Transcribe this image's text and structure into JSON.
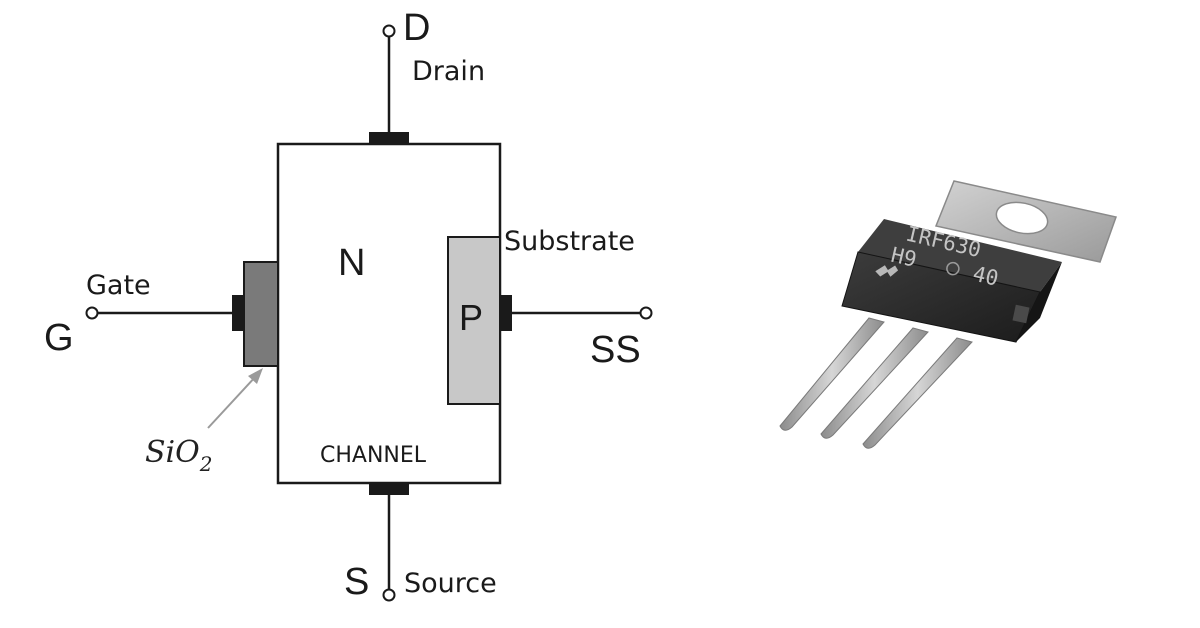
{
  "diagram": {
    "terminals": {
      "drain_letter": "D",
      "drain_name": "Drain",
      "source_letter": "S",
      "source_name": "Source",
      "gate_letter": "G",
      "gate_name": "Gate",
      "substrate_letter": "SS",
      "substrate_name": "Substrate"
    },
    "regions": {
      "n_label": "N",
      "p_label": "P",
      "channel_label": "CHANNEL",
      "oxide_label_main": "SiO",
      "oxide_label_sub": "2"
    },
    "colors": {
      "line": "#1a1a1a",
      "oxide_fill": "#7a7a7a",
      "p_fill": "#c8c8c8",
      "body_fill": "#ffffff",
      "arrow": "#9a9a9a"
    }
  },
  "component_photo": {
    "marking_line1": "IRF630",
    "marking_line2_left": "H9",
    "marking_line2_right": "40",
    "colors": {
      "tab": "#b4b4b4",
      "body": "#2a2a2a",
      "leads": "#a8a8a8",
      "marking": "#c4c4c4"
    }
  }
}
